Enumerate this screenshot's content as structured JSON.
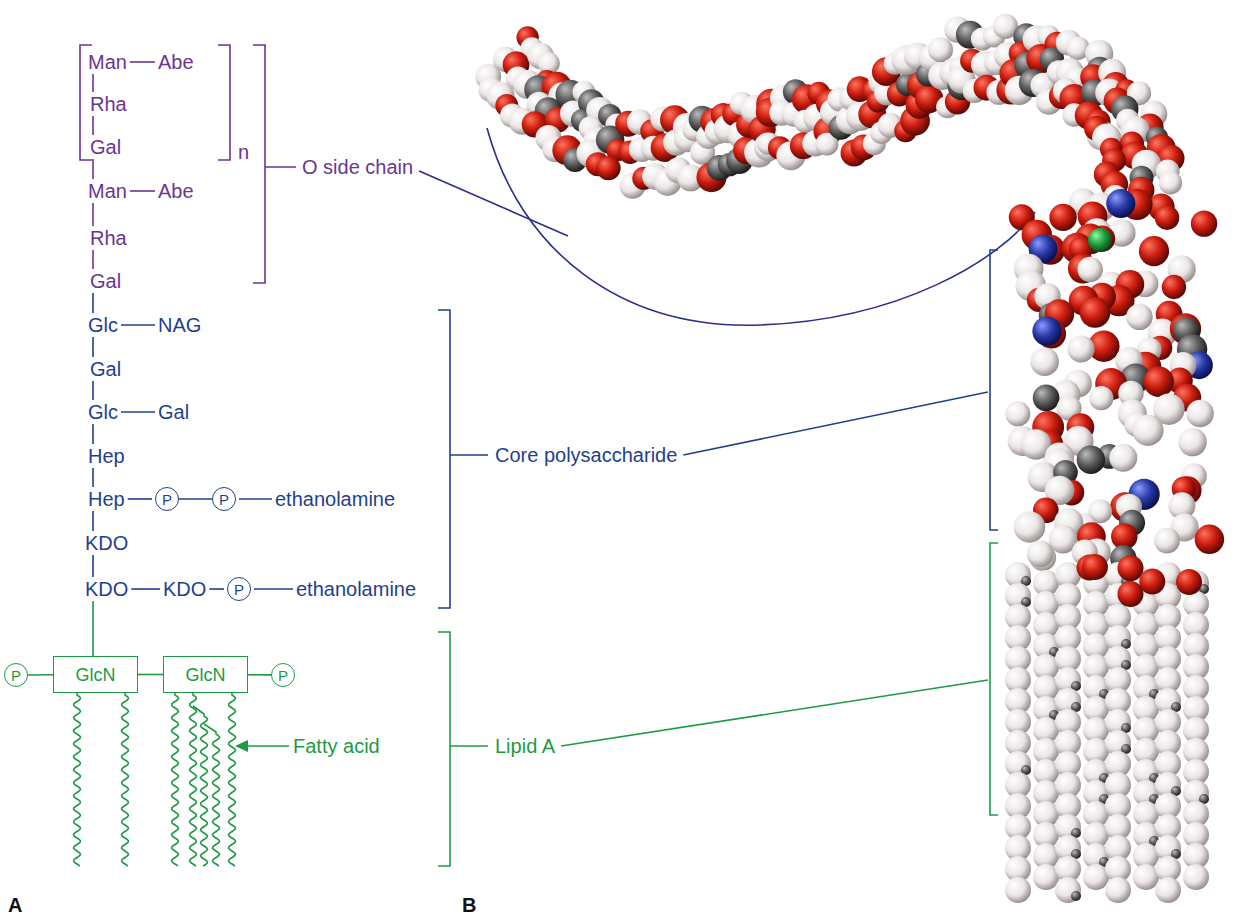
{
  "diagram": {
    "nodes": [
      {
        "text": [
          "P"
        ]
      },
      {
        "text": [
          "P"
        ]
      },
      {
        "text": [
          "P"
        ]
      },
      {
        "text": [
          "P"
        ]
      },
      {
        "text": [
          "GlcN"
        ]
      },
      {
        "text": [
          "GlcN"
        ]
      },
      {
        "text": [
          "P"
        ]
      }
    ],
    "edges": [
      {
        "from": 0,
        "to": 1,
        "arrow": "none"
      },
      {
        "from": 3,
        "to": 4,
        "arrow": "none"
      },
      {
        "from": 4,
        "to": 5,
        "arrow": "none"
      },
      {
        "from": 5,
        "to": 6,
        "arrow": "none"
      }
    ],
    "labels": [
      "Man",
      "Abe",
      "Rha",
      "Gal",
      "n",
      "Man",
      "Abe",
      "Rha",
      "Gal",
      "O side chain",
      "Glc",
      "NAG",
      "Gal",
      "Glc",
      "Gal",
      "Hep",
      "Hep",
      "ethanolamine",
      "KDO",
      "KDO",
      "KDO",
      "ethanolamine",
      "Core polysaccharide",
      "Fatty acid",
      "Lipid A",
      "A",
      "B"
    ]
  }
}
